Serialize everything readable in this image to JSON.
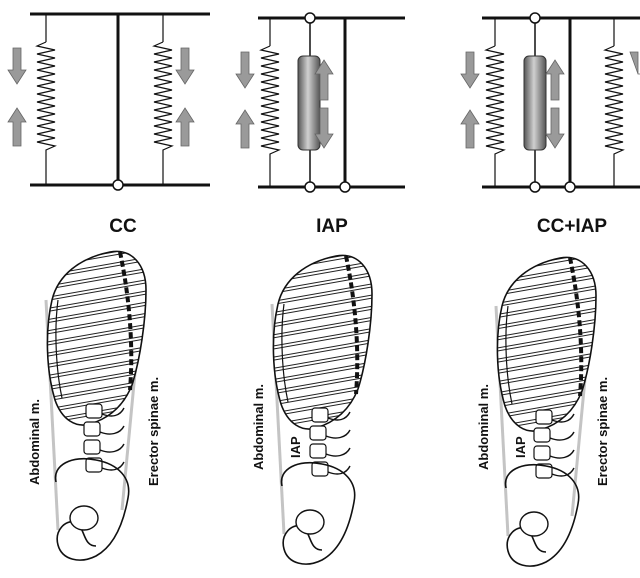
{
  "panels": [
    {
      "title": "CC",
      "labels": {
        "abdominal": "Abdominal m.",
        "iap": "",
        "erector": "Erector spinae m."
      }
    },
    {
      "title": "IAP",
      "labels": {
        "abdominal": "Abdominal m.",
        "iap": "IAP",
        "erector": ""
      }
    },
    {
      "title": "CC+IAP",
      "labels": {
        "abdominal": "Abdominal m.",
        "iap": "IAP",
        "erector": "Erector spinae m."
      }
    }
  ],
  "colors": {
    "line": "#111111",
    "arrow_fill": "#9a9a9a",
    "muscle_line": "#c4c4c4",
    "cylinder_mid": "#d0d0d0",
    "cylinder_dark": "#555555"
  },
  "icons": {
    "spring": "spring-icon",
    "arrow": "arrow-icon",
    "cylinder": "pressure-cylinder-icon",
    "joint": "pivot-joint-icon",
    "skeleton": "torso-skeleton-illustration"
  }
}
